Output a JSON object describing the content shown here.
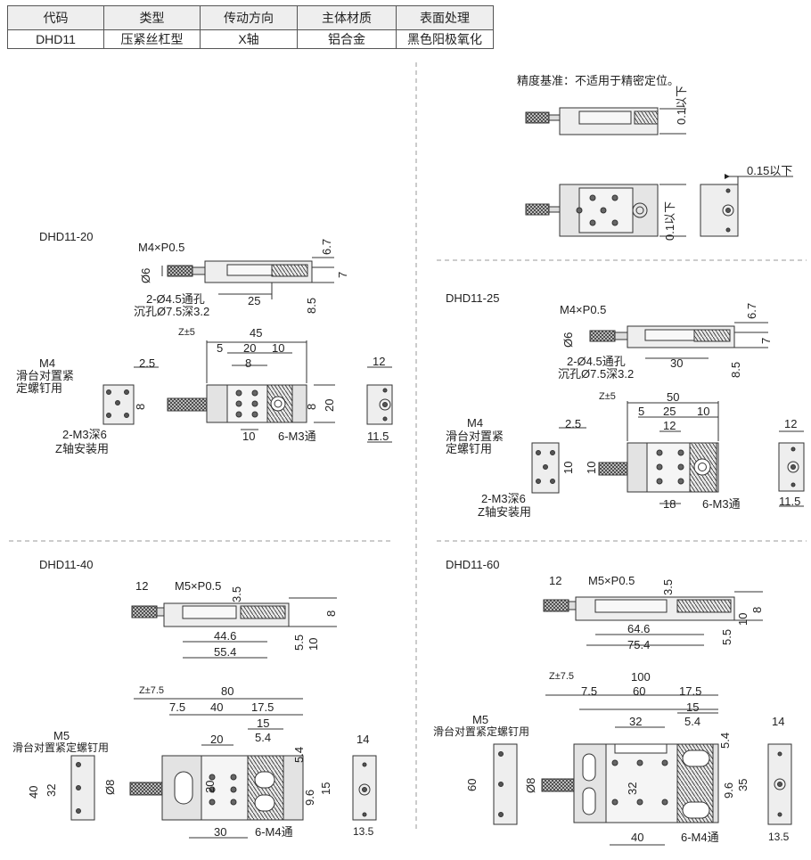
{
  "spec_table": {
    "headers": [
      "代码",
      "类型",
      "传动方向",
      "主体材质",
      "表面处理"
    ],
    "row": [
      "DHD11",
      "压紧丝杠型",
      "X轴",
      "铝合金",
      "黑色阳极氧化"
    ]
  },
  "note": "精度基准：不适用于精密定位。",
  "tolerances": {
    "t1": "0.1以下",
    "t2": "0.1以下",
    "t3": "0.15以下"
  },
  "sections": {
    "dhd20": {
      "title": "DHD11-20",
      "screw": "M4×P0.5",
      "dia": "Ø6",
      "thru": "2-Ø4.5通孔",
      "counter": "沉孔Ø7.5深3.2",
      "len25": "25",
      "h67": "6.7",
      "h7": "7",
      "h85": "8.5",
      "z": "Z±5",
      "d45": "45",
      "d5": "5",
      "d20": "20",
      "d10": "10",
      "d8": "8",
      "m4": "M4",
      "lock1": "滑台对置紧",
      "lock2": "定螺钉用",
      "d25": "2.5",
      "zmount1": "2-M3深6",
      "zmount2": "Z轴安装用",
      "vert8": "8",
      "vert20": "20",
      "bot10": "10",
      "holes": "6-M3通",
      "w12": "12",
      "w115": "11.5"
    },
    "dhd25": {
      "title": "DHD11-25",
      "screw": "M4×P0.5",
      "dia": "Ø6",
      "thru": "2-Ø4.5通孔",
      "counter": "沉孔Ø7.5深3.2",
      "len30": "30",
      "h67": "6.7",
      "h7": "7",
      "h85": "8.5",
      "z": "Z±5",
      "d50": "50",
      "d5": "5",
      "d25": "25",
      "d10": "10",
      "d12": "12",
      "m4": "M4",
      "lock1": "滑台对置紧",
      "lock2": "定螺钉用",
      "d25b": "2.5",
      "zmount1": "2-M3深6",
      "zmount2": "Z轴安装用",
      "vert10": "10",
      "bot18": "18",
      "holes": "6-M3通",
      "w12": "12",
      "w115": "11.5"
    },
    "dhd40": {
      "title": "DHD11-40",
      "d12": "12",
      "screw": "M5×P0.5",
      "h35": "3.5",
      "h8": "8",
      "h55": "5.5",
      "h10": "10",
      "len446": "44.6",
      "len554": "55.4",
      "z": "Z±7.5",
      "d80": "80",
      "d75": "7.5",
      "d40": "40",
      "d175": "17.5",
      "d15": "15",
      "d54": "5.4",
      "d20": "20",
      "m5": "M5",
      "lock": "滑台对置紧定螺钉用",
      "v40": "40",
      "v32": "32",
      "dia8": "Ø8",
      "v20": "20",
      "r54": "5.4",
      "r96": "9.6",
      "r15": "15",
      "bot30": "30",
      "holes": "6-M4通",
      "w14": "14",
      "w135": "13.5"
    },
    "dhd60": {
      "title": "DHD11-60",
      "d12": "12",
      "screw": "M5×P0.5",
      "h35": "3.5",
      "h10": "10",
      "h8": "8",
      "h55": "5.5",
      "len646": "64.6",
      "len754": "75.4",
      "z": "Z±7.5",
      "d100": "100",
      "d75": "7.5",
      "d60": "60",
      "d175": "17.5",
      "d15": "15",
      "d54": "5.4",
      "d32": "32",
      "m5": "M5",
      "lock": "滑台对置紧定螺钉用",
      "v60": "60",
      "dia8": "Ø8",
      "v32": "32",
      "r54": "5.4",
      "r96": "9.6",
      "r35": "35",
      "bot40": "40",
      "holes": "6-M4通",
      "w14": "14",
      "w135": "13.5"
    }
  }
}
